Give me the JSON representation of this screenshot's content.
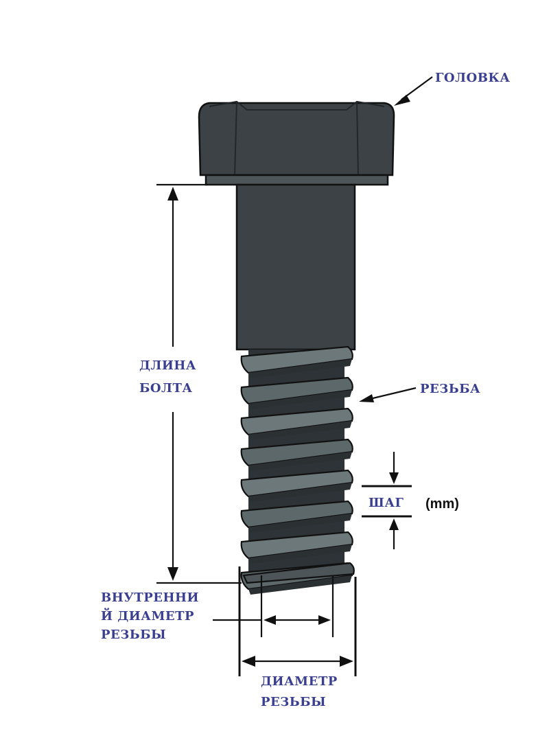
{
  "labels": {
    "head": "ГОЛОВКА",
    "bolt_length_line1": "ДЛИНА",
    "bolt_length_line2": "БОЛТА",
    "thread": "РЕЗЬБА",
    "pitch": "ШАГ",
    "pitch_unit": "(mm)",
    "minor_diameter_line1": "ВНУТРЕННИ",
    "minor_diameter_line2": "Й ДИАМЕТР",
    "minor_diameter_line3": "РЕЗЬБЫ",
    "major_diameter_line1": "ДИАМЕТР",
    "major_diameter_line2": "РЕЗЬБЫ"
  },
  "colors": {
    "label_text": "#3a3f8f",
    "bolt_metal": "#3c4245",
    "thread_light": "#6d787b",
    "outline": "#111111"
  }
}
